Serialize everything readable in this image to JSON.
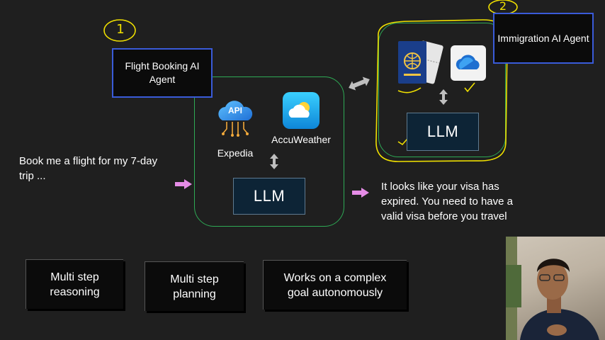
{
  "annotations": {
    "circle_one": "1",
    "circle_two": "2"
  },
  "flight_agent": {
    "label": "Flight Booking AI Agent",
    "tools": [
      {
        "name": "Expedia",
        "icon": "api-cloud-icon",
        "badge": "API"
      },
      {
        "name": "AccuWeather",
        "icon": "weather-cloud-sun-icon"
      }
    ],
    "llm": "LLM"
  },
  "immigration_agent": {
    "label": "Immigration AI Agent",
    "tools": [
      {
        "icon": "passport-ticket-icon"
      },
      {
        "icon": "cloud-storage-icon"
      }
    ],
    "llm": "LLM"
  },
  "user_prompt": "Book me a flight for my 7-day trip ...",
  "response": "It looks like your visa has expired. You need to have a valid visa before you travel",
  "features": [
    "Multi step reasoning",
    "Multi step planning",
    "Works on a complex goal autonomously"
  ],
  "colors": {
    "background": "#1f1f1f",
    "group_border": "#2eaa55",
    "agent_border": "#3a5bd9",
    "llm_fill": "#0d2436",
    "arrow_pink": "#e58ce6",
    "arrow_grey": "#bfbfbf",
    "highlight": "#f0e000"
  }
}
